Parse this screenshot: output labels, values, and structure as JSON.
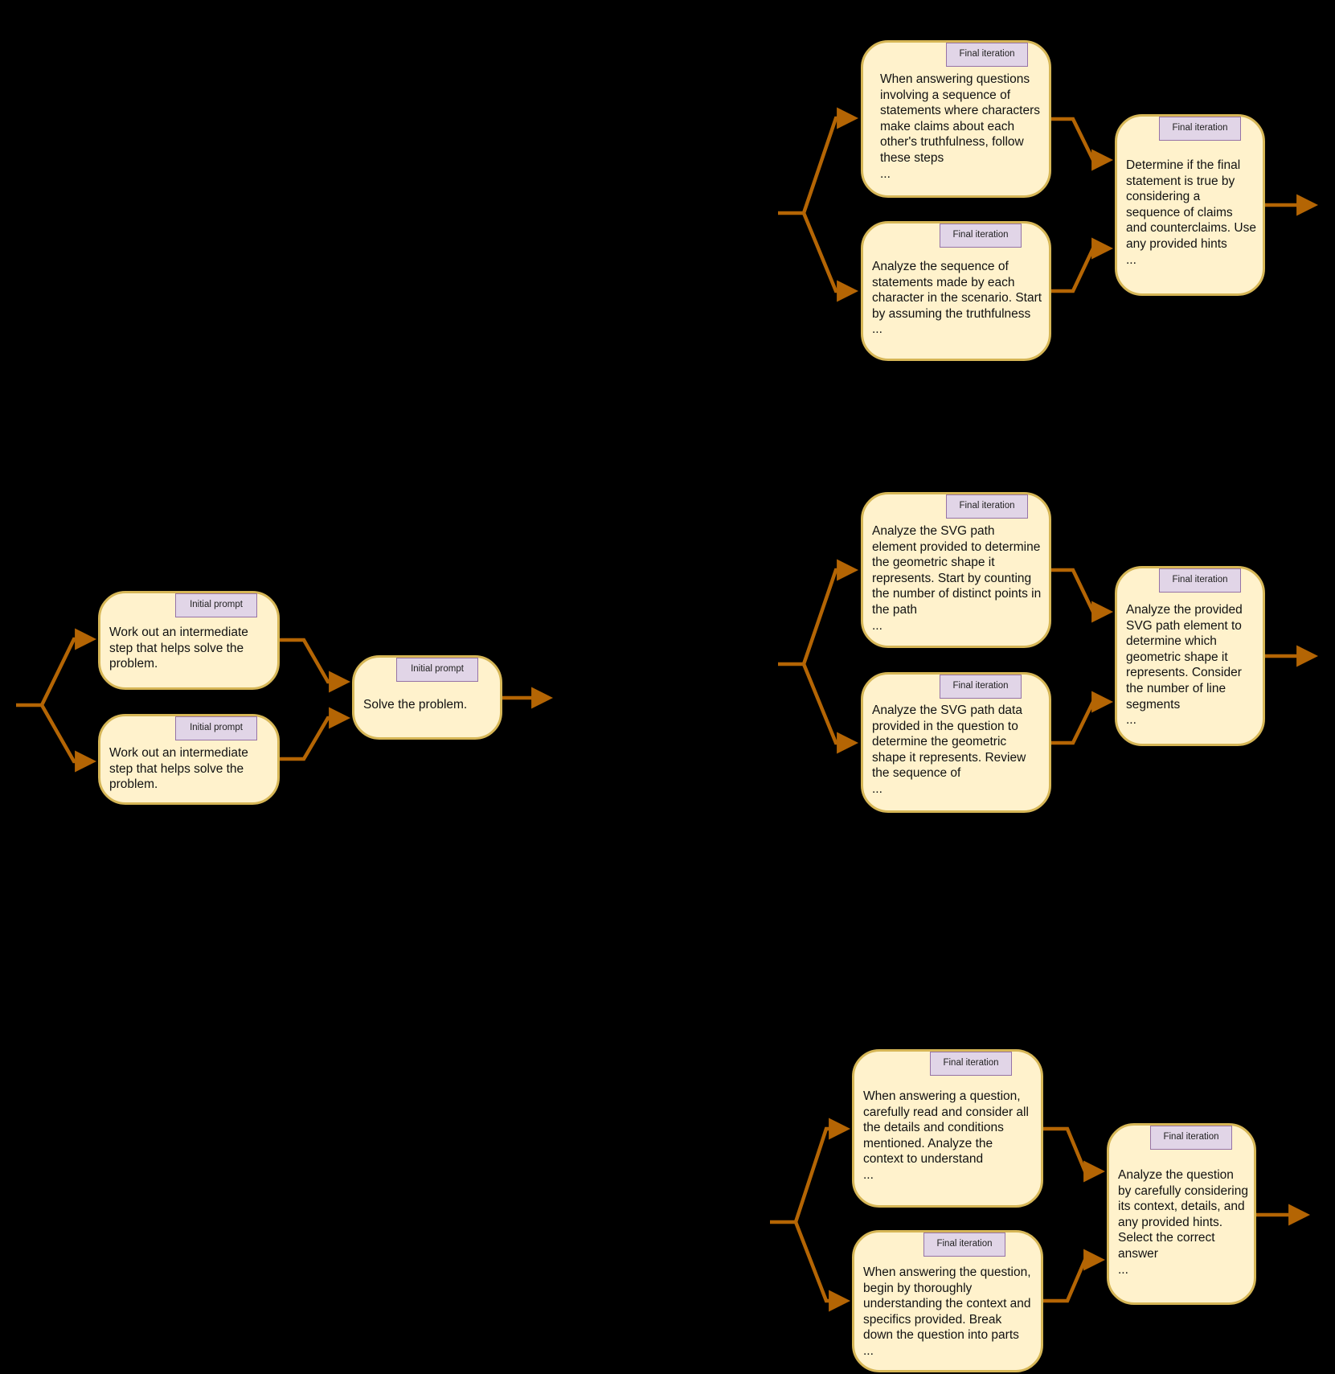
{
  "colors": {
    "background": "#000000",
    "node_fill": "#fff2cc",
    "node_border": "#d6b656",
    "badge_fill": "#e1d5e7",
    "badge_border": "#9673a6",
    "edge": "#b46504"
  },
  "diagrams": [
    {
      "name": "initial",
      "branches": [
        {
          "badge": "Initial prompt",
          "text": "Work out an intermediate\nstep that helps solve the\nproblem."
        },
        {
          "badge": "Initial prompt",
          "text": "Work out an intermediate\nstep that helps solve the\nproblem."
        }
      ],
      "merge": {
        "badge": "Initial prompt",
        "text": "Solve the problem."
      }
    },
    {
      "name": "final-truthfulness",
      "branches": [
        {
          "badge": "Final iteration",
          "text": "When answering questions\ninvolving a sequence of\nstatements where characters\nmake claims about each\nother's truthfulness, follow\nthese steps\n..."
        },
        {
          "badge": "Final iteration",
          "text": "Analyze the sequence of\nstatements made by each\ncharacter in the scenario. Start\nby assuming the truthfulness\n..."
        }
      ],
      "merge": {
        "badge": "Final iteration",
        "text": "Determine if the final\nstatement is true by\nconsidering a\nsequence of claims\nand counterclaims. Use\nany provided hints\n..."
      }
    },
    {
      "name": "final-svg",
      "branches": [
        {
          "badge": "Final iteration",
          "text": "Analyze the SVG path\nelement provided to determine\nthe geometric shape it\nrepresents. Start by counting\nthe number of distinct points in\nthe path\n  ..."
        },
        {
          "badge": "Final iteration",
          "text": "Analyze the SVG path data\nprovided in the question to\ndetermine the geometric\nshape it represents. Review\nthe sequence of\n..."
        }
      ],
      "merge": {
        "badge": "Final iteration",
        "text": "Analyze the provided\nSVG path element to\ndetermine which\ngeometric shape it\nrepresents. Consider\nthe number of line\nsegments\n..."
      }
    },
    {
      "name": "final-context",
      "branches": [
        {
          "badge": "Final iteration",
          "text": "When answering a question,\ncarefully read and consider all\nthe details and conditions\nmentioned. Analyze the\ncontext to understand\n  ..."
        },
        {
          "badge": "Final iteration",
          "text": "When answering the question,\nbegin by thoroughly\nunderstanding the context and\nspecifics provided. Break\ndown the question into parts\n..."
        }
      ],
      "merge": {
        "badge": "Final iteration",
        "text": "Analyze the question\nby carefully considering\nits context, details, and\nany provided hints.\nSelect the correct\nanswer\n..."
      }
    }
  ]
}
